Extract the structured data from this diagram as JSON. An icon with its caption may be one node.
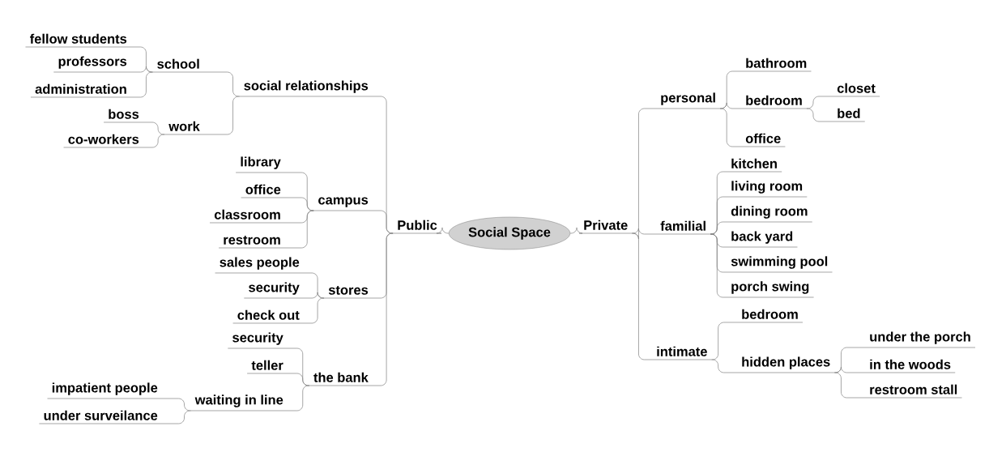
{
  "diagram": {
    "nodes": [
      {
        "text": [
          "Social Space"
        ]
      },
      {
        "text": [
          "Public"
        ]
      },
      {
        "text": [
          "social relationships"
        ]
      },
      {
        "text": [
          "school"
        ]
      },
      {
        "text": [
          "fellow students"
        ]
      },
      {
        "text": [
          "professors"
        ]
      },
      {
        "text": [
          "administration"
        ]
      },
      {
        "text": [
          "work"
        ]
      },
      {
        "text": [
          "boss"
        ]
      },
      {
        "text": [
          "co-workers"
        ]
      },
      {
        "text": [
          "campus"
        ]
      },
      {
        "text": [
          "library"
        ]
      },
      {
        "text": [
          "office"
        ]
      },
      {
        "text": [
          "classroom"
        ]
      },
      {
        "text": [
          "restroom"
        ]
      },
      {
        "text": [
          "stores"
        ]
      },
      {
        "text": [
          "sales people"
        ]
      },
      {
        "text": [
          "security"
        ]
      },
      {
        "text": [
          "check out"
        ]
      },
      {
        "text": [
          "the bank"
        ]
      },
      {
        "text": [
          "security"
        ]
      },
      {
        "text": [
          "teller"
        ]
      },
      {
        "text": [
          "waiting in line"
        ]
      },
      {
        "text": [
          "impatient people"
        ]
      },
      {
        "text": [
          "under surveilance"
        ]
      },
      {
        "text": [
          "Private"
        ]
      },
      {
        "text": [
          "personal"
        ]
      },
      {
        "text": [
          "bathroom"
        ]
      },
      {
        "text": [
          "bedroom"
        ]
      },
      {
        "text": [
          "closet"
        ]
      },
      {
        "text": [
          "bed"
        ]
      },
      {
        "text": [
          "office"
        ]
      },
      {
        "text": [
          "familial"
        ]
      },
      {
        "text": [
          "kitchen"
        ]
      },
      {
        "text": [
          "living room"
        ]
      },
      {
        "text": [
          "dining room"
        ]
      },
      {
        "text": [
          "back yard"
        ]
      },
      {
        "text": [
          "swimming pool"
        ]
      },
      {
        "text": [
          "porch swing"
        ]
      },
      {
        "text": [
          "intimate"
        ]
      },
      {
        "text": [
          "bedroom"
        ]
      },
      {
        "text": [
          "hidden places"
        ]
      },
      {
        "text": [
          "under the porch"
        ]
      },
      {
        "text": [
          "in the woods"
        ]
      },
      {
        "text": [
          "restroom stall"
        ]
      }
    ],
    "edges": [
      {
        "from": 0,
        "to": 1,
        "arrow": "none"
      },
      {
        "from": 1,
        "to": 2,
        "arrow": "none"
      },
      {
        "from": 2,
        "to": 3,
        "arrow": "none"
      },
      {
        "from": 3,
        "to": 4,
        "arrow": "none"
      },
      {
        "from": 3,
        "to": 5,
        "arrow": "none"
      },
      {
        "from": 3,
        "to": 6,
        "arrow": "none"
      },
      {
        "from": 2,
        "to": 7,
        "arrow": "none"
      },
      {
        "from": 7,
        "to": 8,
        "arrow": "none"
      },
      {
        "from": 7,
        "to": 9,
        "arrow": "none"
      },
      {
        "from": 1,
        "to": 10,
        "arrow": "none"
      },
      {
        "from": 10,
        "to": 11,
        "arrow": "none"
      },
      {
        "from": 10,
        "to": 12,
        "arrow": "none"
      },
      {
        "from": 10,
        "to": 13,
        "arrow": "none"
      },
      {
        "from": 10,
        "to": 14,
        "arrow": "none"
      },
      {
        "from": 1,
        "to": 15,
        "arrow": "none"
      },
      {
        "from": 15,
        "to": 16,
        "arrow": "none"
      },
      {
        "from": 15,
        "to": 17,
        "arrow": "none"
      },
      {
        "from": 15,
        "to": 18,
        "arrow": "none"
      },
      {
        "from": 1,
        "to": 19,
        "arrow": "none"
      },
      {
        "from": 19,
        "to": 20,
        "arrow": "none"
      },
      {
        "from": 19,
        "to": 21,
        "arrow": "none"
      },
      {
        "from": 19,
        "to": 22,
        "arrow": "none"
      },
      {
        "from": 22,
        "to": 23,
        "arrow": "none"
      },
      {
        "from": 22,
        "to": 24,
        "arrow": "none"
      },
      {
        "from": 0,
        "to": 25,
        "arrow": "none"
      },
      {
        "from": 25,
        "to": 26,
        "arrow": "none"
      },
      {
        "from": 26,
        "to": 27,
        "arrow": "none"
      },
      {
        "from": 26,
        "to": 28,
        "arrow": "none"
      },
      {
        "from": 28,
        "to": 29,
        "arrow": "none"
      },
      {
        "from": 28,
        "to": 30,
        "arrow": "none"
      },
      {
        "from": 26,
        "to": 31,
        "arrow": "none"
      },
      {
        "from": 25,
        "to": 32,
        "arrow": "none"
      },
      {
        "from": 32,
        "to": 33,
        "arrow": "none"
      },
      {
        "from": 32,
        "to": 34,
        "arrow": "none"
      },
      {
        "from": 32,
        "to": 35,
        "arrow": "none"
      },
      {
        "from": 32,
        "to": 36,
        "arrow": "none"
      },
      {
        "from": 32,
        "to": 37,
        "arrow": "none"
      },
      {
        "from": 32,
        "to": 38,
        "arrow": "none"
      },
      {
        "from": 25,
        "to": 39,
        "arrow": "none"
      },
      {
        "from": 39,
        "to": 40,
        "arrow": "none"
      },
      {
        "from": 39,
        "to": 41,
        "arrow": "none"
      },
      {
        "from": 41,
        "to": 42,
        "arrow": "none"
      },
      {
        "from": 41,
        "to": 43,
        "arrow": "none"
      },
      {
        "from": 41,
        "to": 44,
        "arrow": "none"
      }
    ]
  }
}
